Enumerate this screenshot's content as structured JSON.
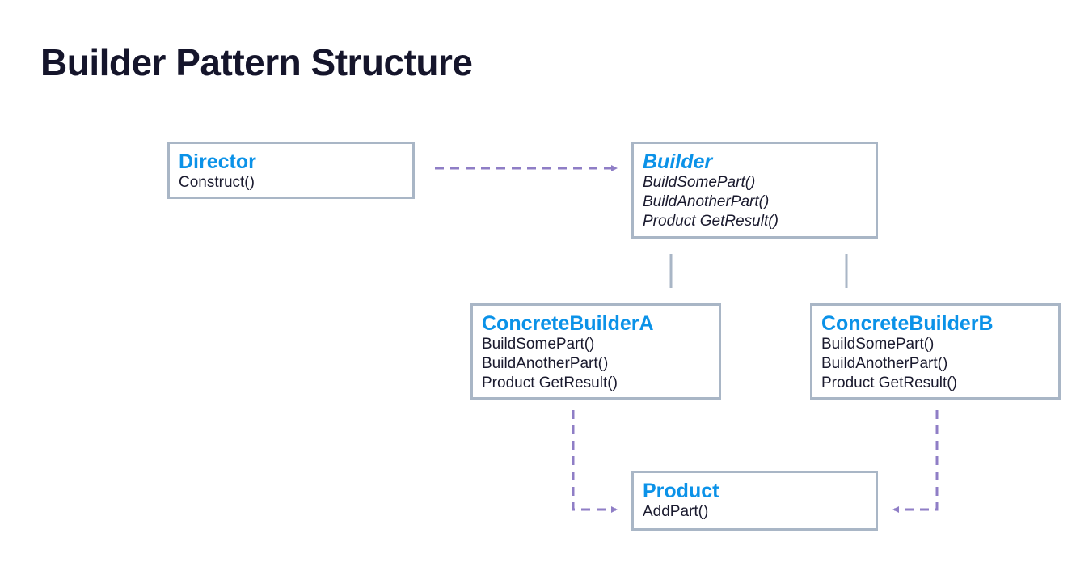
{
  "title": "Builder Pattern Structure",
  "colors": {
    "class_name": "#0b92e8",
    "box_border": "#a9b6c6",
    "arrow": "#8f7ec6",
    "inheritance_line": "#a9b6c6"
  },
  "classes": {
    "director": {
      "name": "Director",
      "methods": [
        "Construct()"
      ]
    },
    "builder": {
      "name": "Builder",
      "abstract": true,
      "methods": [
        "BuildSomePart()",
        "BuildAnotherPart()",
        "Product GetResult()"
      ]
    },
    "concrete_a": {
      "name": "ConcreteBuilderA",
      "methods": [
        "BuildSomePart()",
        "BuildAnotherPart()",
        "Product GetResult()"
      ]
    },
    "concrete_b": {
      "name": "ConcreteBuilderB",
      "methods": [
        "BuildSomePart()",
        "BuildAnotherPart()",
        "Product GetResult()"
      ]
    },
    "product": {
      "name": "Product",
      "methods": [
        "AddPart()"
      ]
    }
  }
}
